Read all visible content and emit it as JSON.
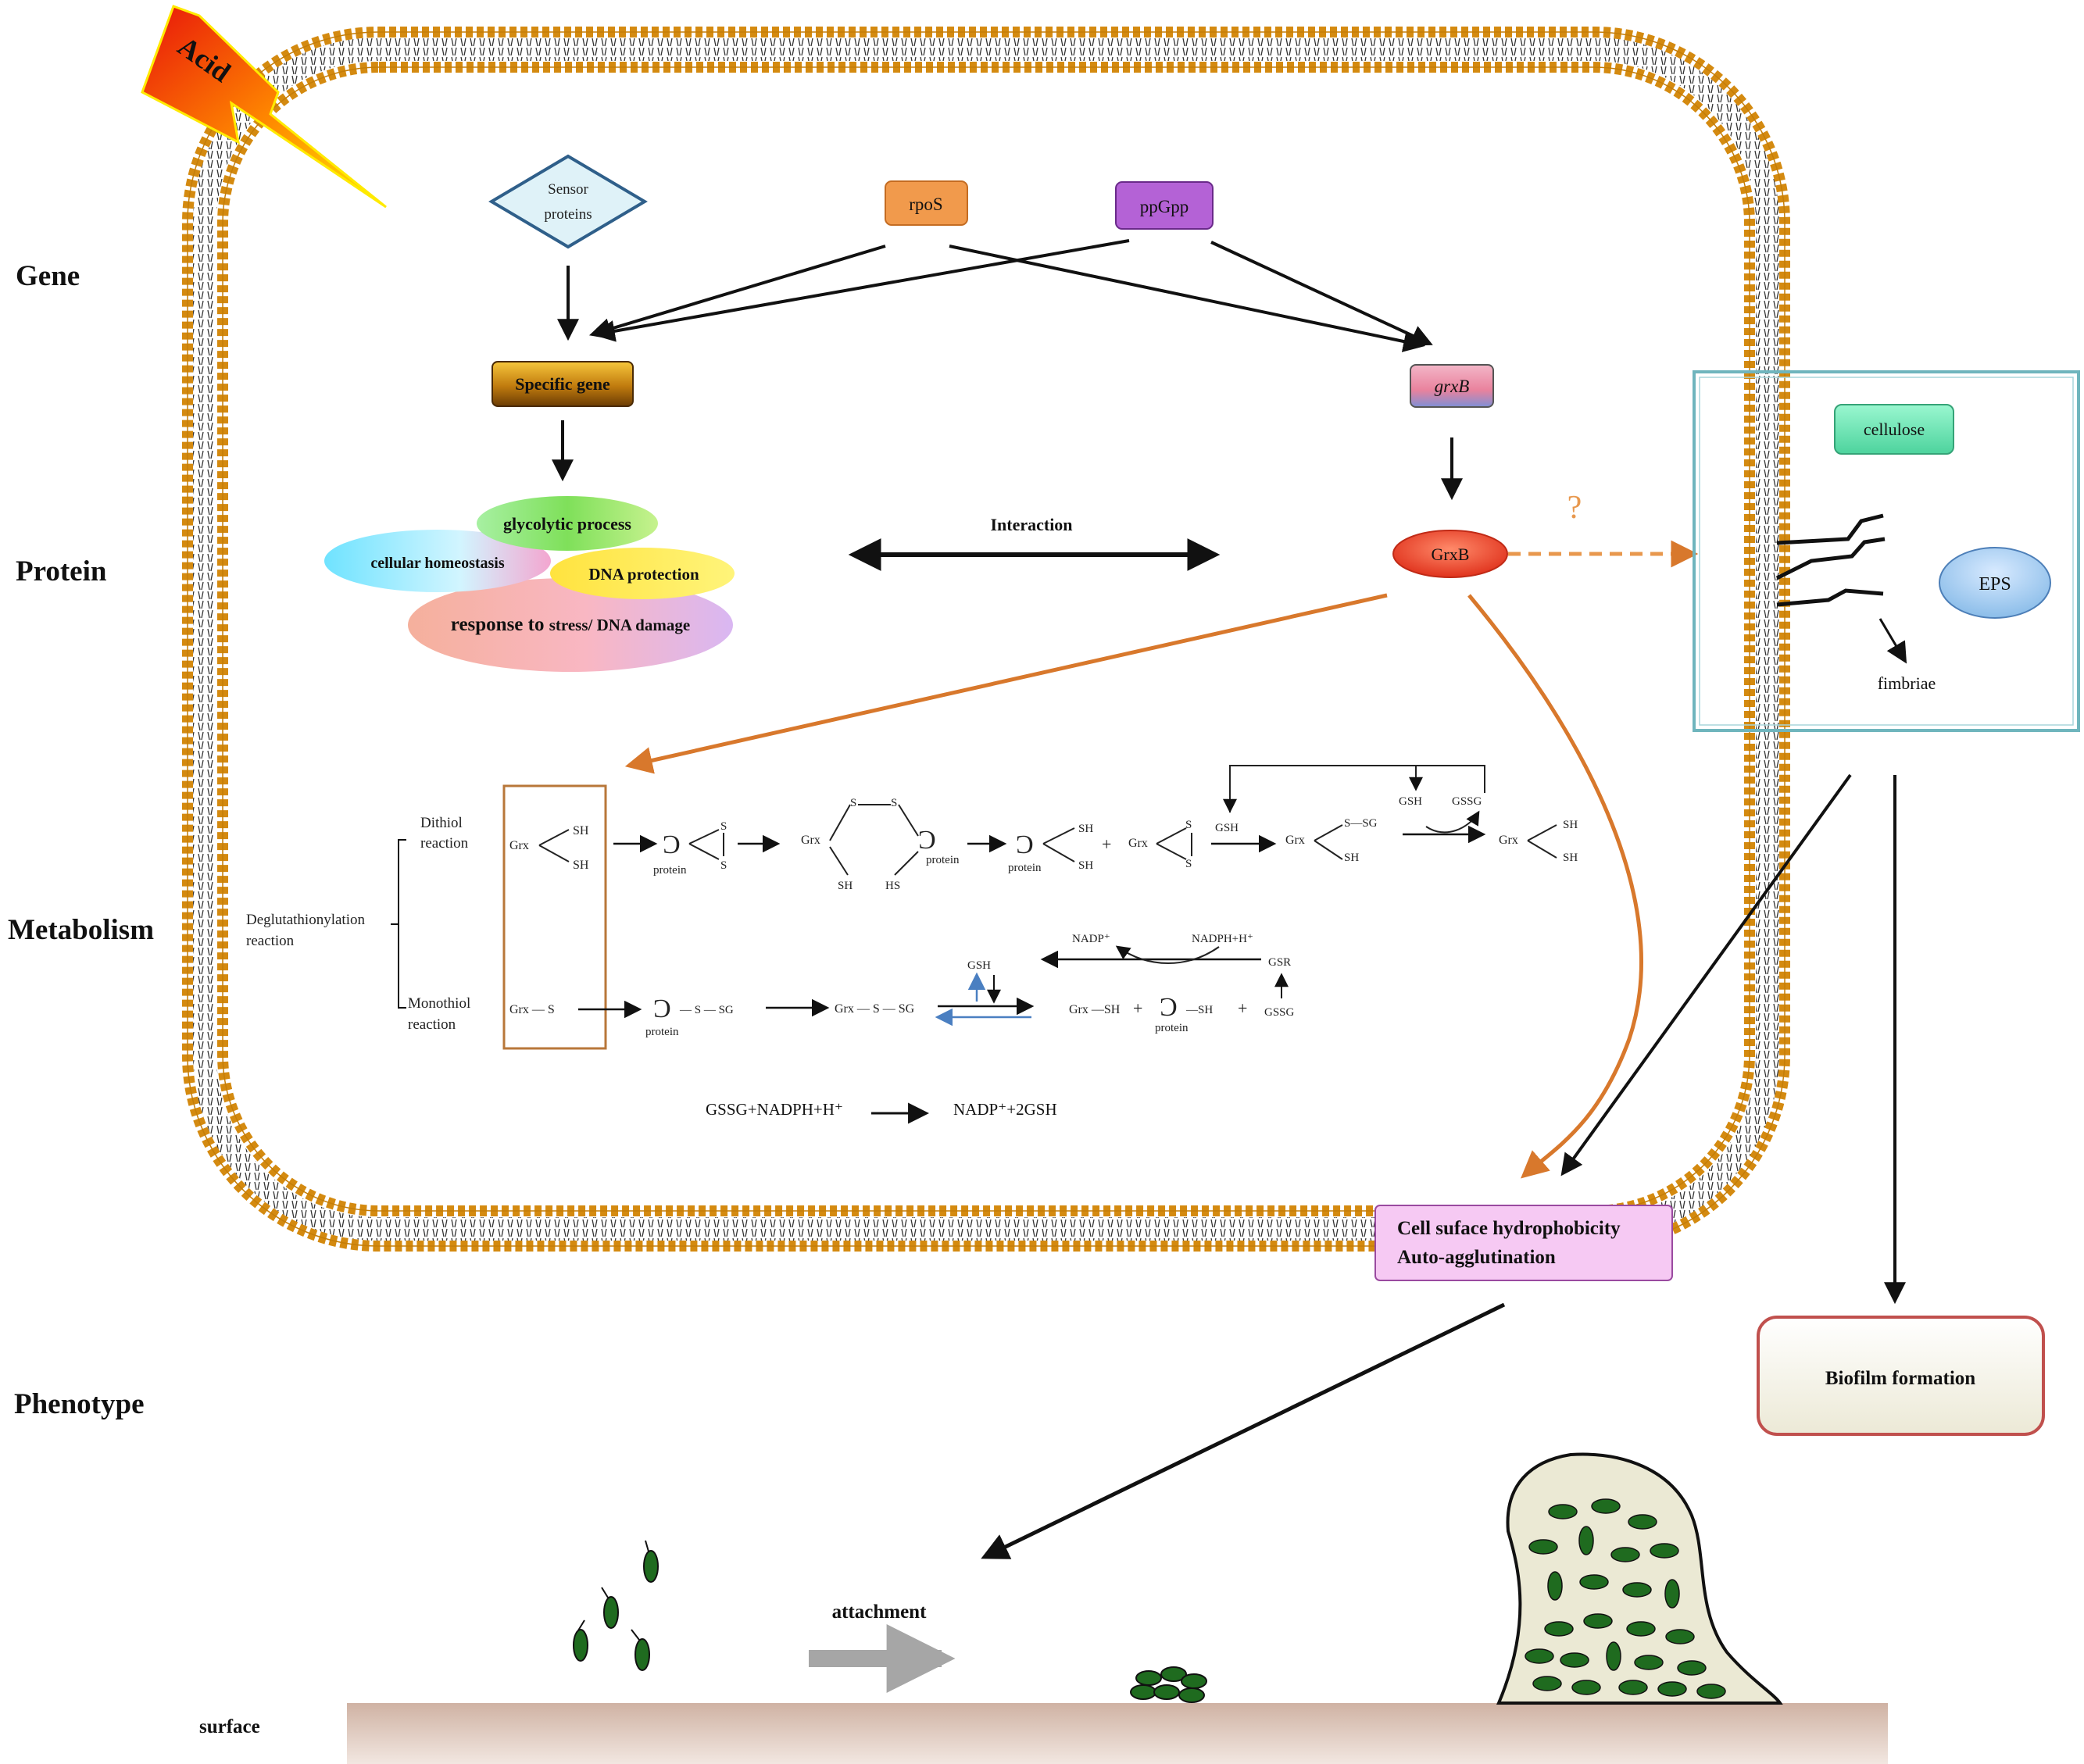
{
  "levels": {
    "gene": "Gene",
    "protein": "Protein",
    "metabolism": "Metabolism",
    "phenotype": "Phenotype"
  },
  "stress": {
    "label": "Acid"
  },
  "gene_layer": {
    "sensor_line1": "Sensor",
    "sensor_line2": "proteins",
    "rpos": "rpoS",
    "ppgpp": "ppGpp",
    "specific_gene": "Specific gene",
    "grxb_gene": "grxB"
  },
  "protein_layer": {
    "glycolytic": "glycolytic process",
    "homeostasis": "cellular homeostasis",
    "dna_protection": "DNA protection",
    "stress_response_a": "response to ",
    "stress_response_b": "stress/ DNA damage",
    "interaction": "Interaction",
    "grxb_protein": "GrxB",
    "unknown_link": "?"
  },
  "matrix_box": {
    "cellulose": "cellulose",
    "eps": "EPS",
    "fimbriae": "fimbriae"
  },
  "metabolism_layer": {
    "deglut_line1": "Deglutathionylation",
    "deglut_line2": "reaction",
    "dithiol_line1": "Dithiol",
    "dithiol_line2": "reaction",
    "monothiol_line1": "Monothiol",
    "monothiol_line2": "reaction",
    "grx": "Grx",
    "sh": "SH",
    "hs": "HS",
    "s": "S",
    "protein": "protein",
    "gsh": "GSH",
    "gssg": "GSSG",
    "gsr": "GSR",
    "s_sg": "S—SG",
    "grx_s": "Grx — S",
    "ssg_tail": "— S — SG",
    "grx_ssg": "Grx — S — SG",
    "grx_sh": "Grx —SH",
    "prot_sh": "—SH",
    "plus": "+",
    "nadp": "NADP⁺",
    "nadph": "NADPH+H⁺",
    "eq_left": "GSSG+NADPH+H⁺",
    "eq_right": "NADP⁺+2GSH"
  },
  "phenotype_layer": {
    "cell_surface_line1": "Cell suface hydrophobicity",
    "cell_surface_line2": "Auto-agglutination",
    "biofilm": "Biofilm formation",
    "attachment": "attachment",
    "surface": "surface"
  },
  "colors": {
    "membrane_head": "#e8a21c",
    "membrane_tail": "#333333",
    "orange_arrow": "#d8782c",
    "matrix_box_border": "#6fb5bd",
    "rpos_fill": "#f19a4c",
    "ppgpp_fill": "#b462d6",
    "cellulose_fill": "#6fe3b5",
    "eps_fill": "#a9cff2",
    "cell_surface_fill": "#f6c9f3",
    "biofilm_border": "#c0504d",
    "surface_fill": "#dcc4b7",
    "bacteria_fill": "#1f6b1f"
  }
}
